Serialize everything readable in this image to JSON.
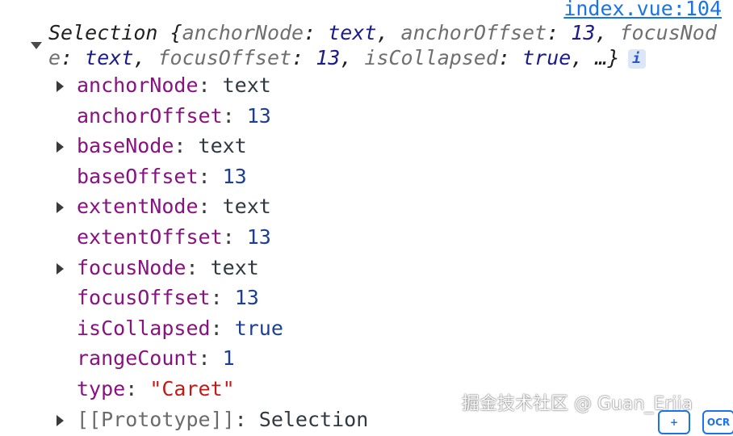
{
  "source_link": "index.vue:104",
  "summary": {
    "class_name": "Selection",
    "open_brace": "{",
    "entries": [
      {
        "key": "anchorNode",
        "value": "text",
        "type": "node"
      },
      {
        "key": "anchorOffset",
        "value": "13",
        "type": "num"
      },
      {
        "key": "focusNode",
        "value": "text",
        "type": "node"
      },
      {
        "key": "focusOffset",
        "value": "13",
        "type": "num"
      },
      {
        "key": "isCollapsed",
        "value": "true",
        "type": "bool"
      }
    ],
    "ellipsis": "…}",
    "info_badge": "i"
  },
  "properties": [
    {
      "key": "anchorNode",
      "value": "text",
      "type": "node",
      "expandable": true
    },
    {
      "key": "anchorOffset",
      "value": "13",
      "type": "num",
      "expandable": false
    },
    {
      "key": "baseNode",
      "value": "text",
      "type": "node",
      "expandable": true
    },
    {
      "key": "baseOffset",
      "value": "13",
      "type": "num",
      "expandable": false
    },
    {
      "key": "extentNode",
      "value": "text",
      "type": "node",
      "expandable": true
    },
    {
      "key": "extentOffset",
      "value": "13",
      "type": "num",
      "expandable": false
    },
    {
      "key": "focusNode",
      "value": "text",
      "type": "node",
      "expandable": true
    },
    {
      "key": "focusOffset",
      "value": "13",
      "type": "num",
      "expandable": false
    },
    {
      "key": "isCollapsed",
      "value": "true",
      "type": "bool",
      "expandable": false
    },
    {
      "key": "rangeCount",
      "value": "1",
      "type": "num",
      "expandable": false
    },
    {
      "key": "type",
      "value": "\"Caret\"",
      "type": "str",
      "expandable": false
    },
    {
      "key": "[[Prototype]]",
      "value": "Selection",
      "type": "obj",
      "expandable": true,
      "internal": true
    }
  ],
  "watermark": "掘金技术社区 @ Guan_Erjia",
  "floating_buttons": [
    {
      "label": "+",
      "icon": "add-scan-icon"
    },
    {
      "label": "OCR",
      "icon": "ocr-icon"
    }
  ],
  "colors": {
    "link": "#1a73e8",
    "property_key": "#881280",
    "number_value": "#1c3f94",
    "string_value": "#c41a16"
  }
}
